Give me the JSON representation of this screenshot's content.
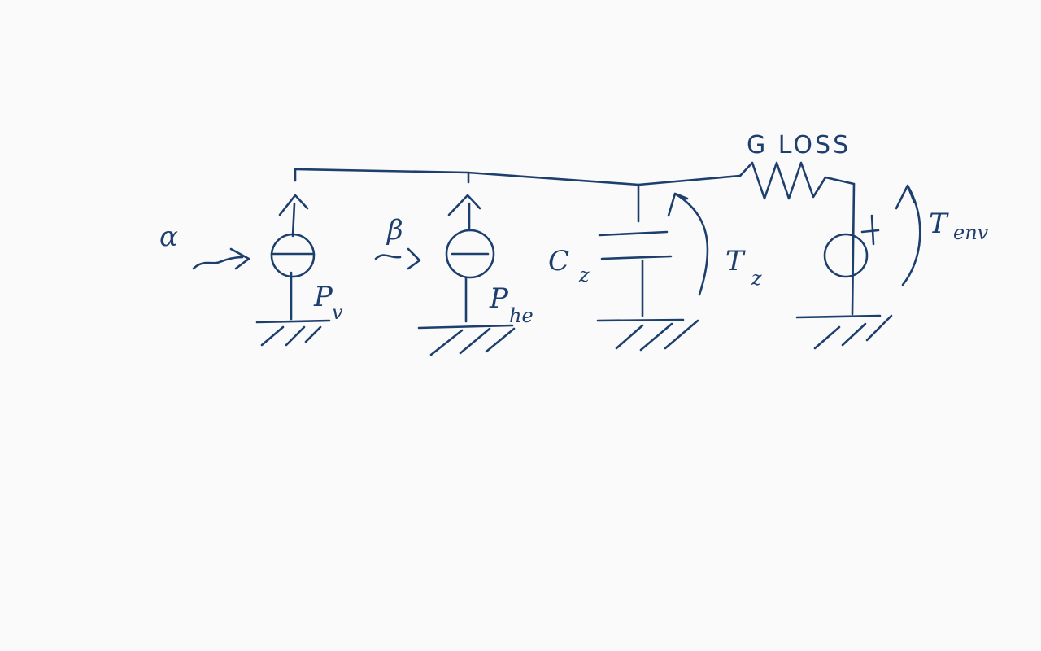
{
  "colors": {
    "ink": "#1d3f6e",
    "paper": "#fbfafa"
  },
  "labels": {
    "alpha": "α",
    "beta": "β",
    "p_v_main": "P",
    "p_v_sub": "v",
    "p_he_main": "P",
    "p_he_sub": "he",
    "c_z_main": "C",
    "c_z_sub": "z",
    "t_z_main": "T",
    "t_z_sub": "z",
    "g_loss": "G LOSS",
    "t_env_main": "T",
    "t_env_sub": "env"
  }
}
